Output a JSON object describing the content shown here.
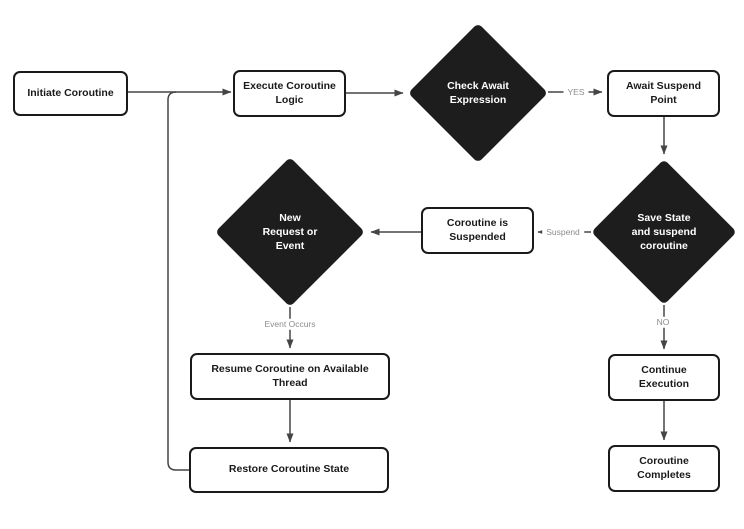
{
  "diagram": {
    "type": "flowchart",
    "colors": {
      "node_fill": "#ffffff",
      "node_border": "#1a1a1a",
      "node_text": "#1a1a1a",
      "decision_fill": "#1d1d1d",
      "decision_text": "#ffffff",
      "edge": "#454545",
      "edge_label_text": "#8c8c8c",
      "background": "#ffffff"
    },
    "nodes": {
      "initiate": {
        "shape": "rectangle",
        "label": "Initiate Coroutine"
      },
      "execute": {
        "shape": "rectangle",
        "label": [
          "Execute Coroutine",
          "Logic"
        ]
      },
      "check_await": {
        "shape": "diamond",
        "label": [
          "Check Await",
          "Expression"
        ]
      },
      "await_suspend": {
        "shape": "rectangle",
        "label": [
          "Await Suspend",
          "Point"
        ]
      },
      "save_state": {
        "shape": "diamond",
        "label": [
          "Save State",
          "and suspend",
          "coroutine"
        ]
      },
      "suspended": {
        "shape": "rectangle",
        "label": [
          "Coroutine is",
          "Suspended"
        ]
      },
      "new_request": {
        "shape": "diamond",
        "label": [
          "New",
          "Request or",
          "Event"
        ]
      },
      "resume": {
        "shape": "rectangle",
        "label": [
          "Resume Coroutine on Available",
          "Thread"
        ]
      },
      "restore": {
        "shape": "rectangle",
        "label": "Restore Coroutine State"
      },
      "continue_execution": {
        "shape": "rectangle",
        "label": [
          "Continue",
          "Execution"
        ]
      },
      "completes": {
        "shape": "rectangle",
        "label": [
          "Coroutine",
          "Completes"
        ]
      }
    },
    "edge_labels": {
      "yes": "YES",
      "suspend": "Suspend",
      "event_occurs": "Event Occurs",
      "no": "NO"
    }
  }
}
